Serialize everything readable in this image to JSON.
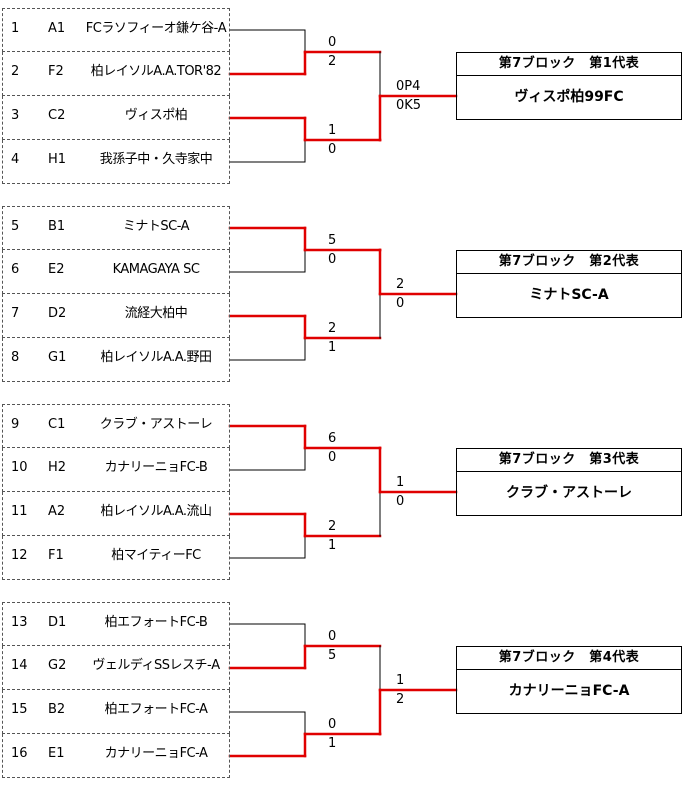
{
  "colors": {
    "win_line": "#e00000",
    "lose_line": "#000000"
  },
  "blocks": [
    {
      "teams": [
        {
          "no": "1",
          "seed": "A1",
          "name": "FCラソフィーオ鎌ケ谷-A"
        },
        {
          "no": "2",
          "seed": "F2",
          "name": "柏レイソルA.A.TOR'82"
        },
        {
          "no": "3",
          "seed": "C2",
          "name": "ヴィスポ柏"
        },
        {
          "no": "4",
          "seed": "H1",
          "name": "我孫子中・久寺家中"
        }
      ],
      "match1": {
        "top": "0",
        "bottom": "2",
        "winner": 1
      },
      "match2": {
        "top": "1",
        "bottom": "0",
        "winner": 0
      },
      "final": {
        "top": "0P4",
        "bottom": "0K5",
        "winner": 1
      },
      "representative": {
        "title": "第7ブロック　第1代表",
        "winner": "ヴィスポ柏99FC"
      }
    },
    {
      "teams": [
        {
          "no": "5",
          "seed": "B1",
          "name": "ミナトSC-A"
        },
        {
          "no": "6",
          "seed": "E2",
          "name": "KAMAGAYA SC"
        },
        {
          "no": "7",
          "seed": "D2",
          "name": "流経大柏中"
        },
        {
          "no": "8",
          "seed": "G1",
          "name": "柏レイソルA.A.野田"
        }
      ],
      "match1": {
        "top": "5",
        "bottom": "0",
        "winner": 0
      },
      "match2": {
        "top": "2",
        "bottom": "1",
        "winner": 0
      },
      "final": {
        "top": "2",
        "bottom": "0",
        "winner": 0
      },
      "representative": {
        "title": "第7ブロック　第2代表",
        "winner": "ミナトSC-A"
      }
    },
    {
      "teams": [
        {
          "no": "9",
          "seed": "C1",
          "name": "クラブ・アストーレ"
        },
        {
          "no": "10",
          "seed": "H2",
          "name": "カナリーニョFC-B"
        },
        {
          "no": "11",
          "seed": "A2",
          "name": "柏レイソルA.A.流山"
        },
        {
          "no": "12",
          "seed": "F1",
          "name": "柏マイティーFC"
        }
      ],
      "match1": {
        "top": "6",
        "bottom": "0",
        "winner": 0
      },
      "match2": {
        "top": "2",
        "bottom": "1",
        "winner": 0
      },
      "final": {
        "top": "1",
        "bottom": "0",
        "winner": 0
      },
      "representative": {
        "title": "第7ブロック　第3代表",
        "winner": "クラブ・アストーレ"
      }
    },
    {
      "teams": [
        {
          "no": "13",
          "seed": "D1",
          "name": "柏エフォートFC-B"
        },
        {
          "no": "14",
          "seed": "G2",
          "name": "ヴェルディSSレスチ-A"
        },
        {
          "no": "15",
          "seed": "B2",
          "name": "柏エフォートFC-A"
        },
        {
          "no": "16",
          "seed": "E1",
          "name": "カナリーニョFC-A"
        }
      ],
      "match1": {
        "top": "0",
        "bottom": "5",
        "winner": 1
      },
      "match2": {
        "top": "0",
        "bottom": "1",
        "winner": 1
      },
      "final": {
        "top": "1",
        "bottom": "2",
        "winner": 1
      },
      "representative": {
        "title": "第7ブロック　第4代表",
        "winner": "カナリーニョFC-A"
      }
    }
  ]
}
